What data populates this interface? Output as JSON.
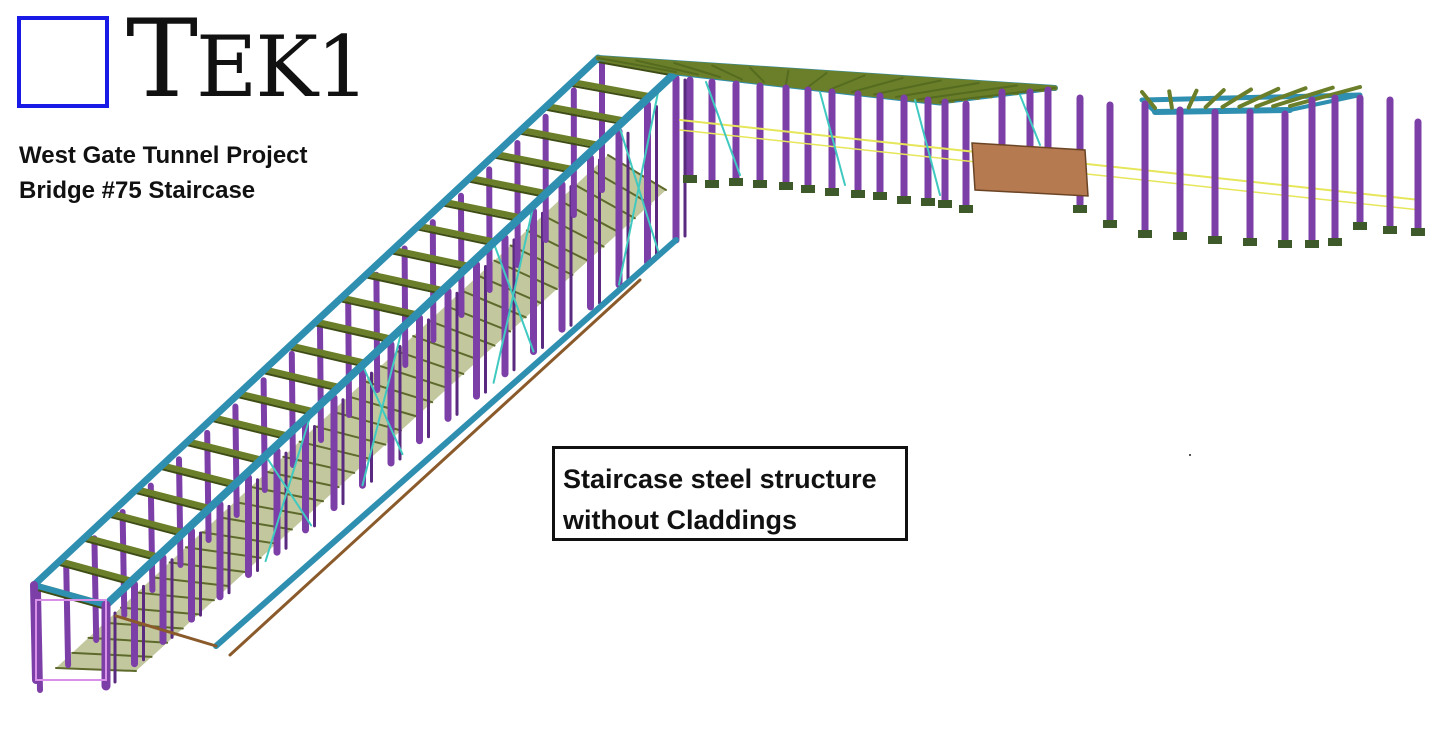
{
  "logo": {
    "initial": "T",
    "rest": "EK1",
    "box_color": "#1a1ae6"
  },
  "project": {
    "line1": "West Gate Tunnel Project",
    "line2": "Bridge #75 Staircase"
  },
  "caption": {
    "line1": "Staircase steel structure",
    "line2": "without Claddings"
  },
  "colors": {
    "frame_blue": "#2f8fb0",
    "column_purple": "#7c3fa8",
    "beam_green": "#6b7f2a",
    "brace_cyan": "#3fc9c0",
    "tread_olive": "#b7bd8c",
    "panel_brown": "#b57a50",
    "handrail_yellow": "#e6e65a",
    "base_pink": "#d890e8"
  }
}
